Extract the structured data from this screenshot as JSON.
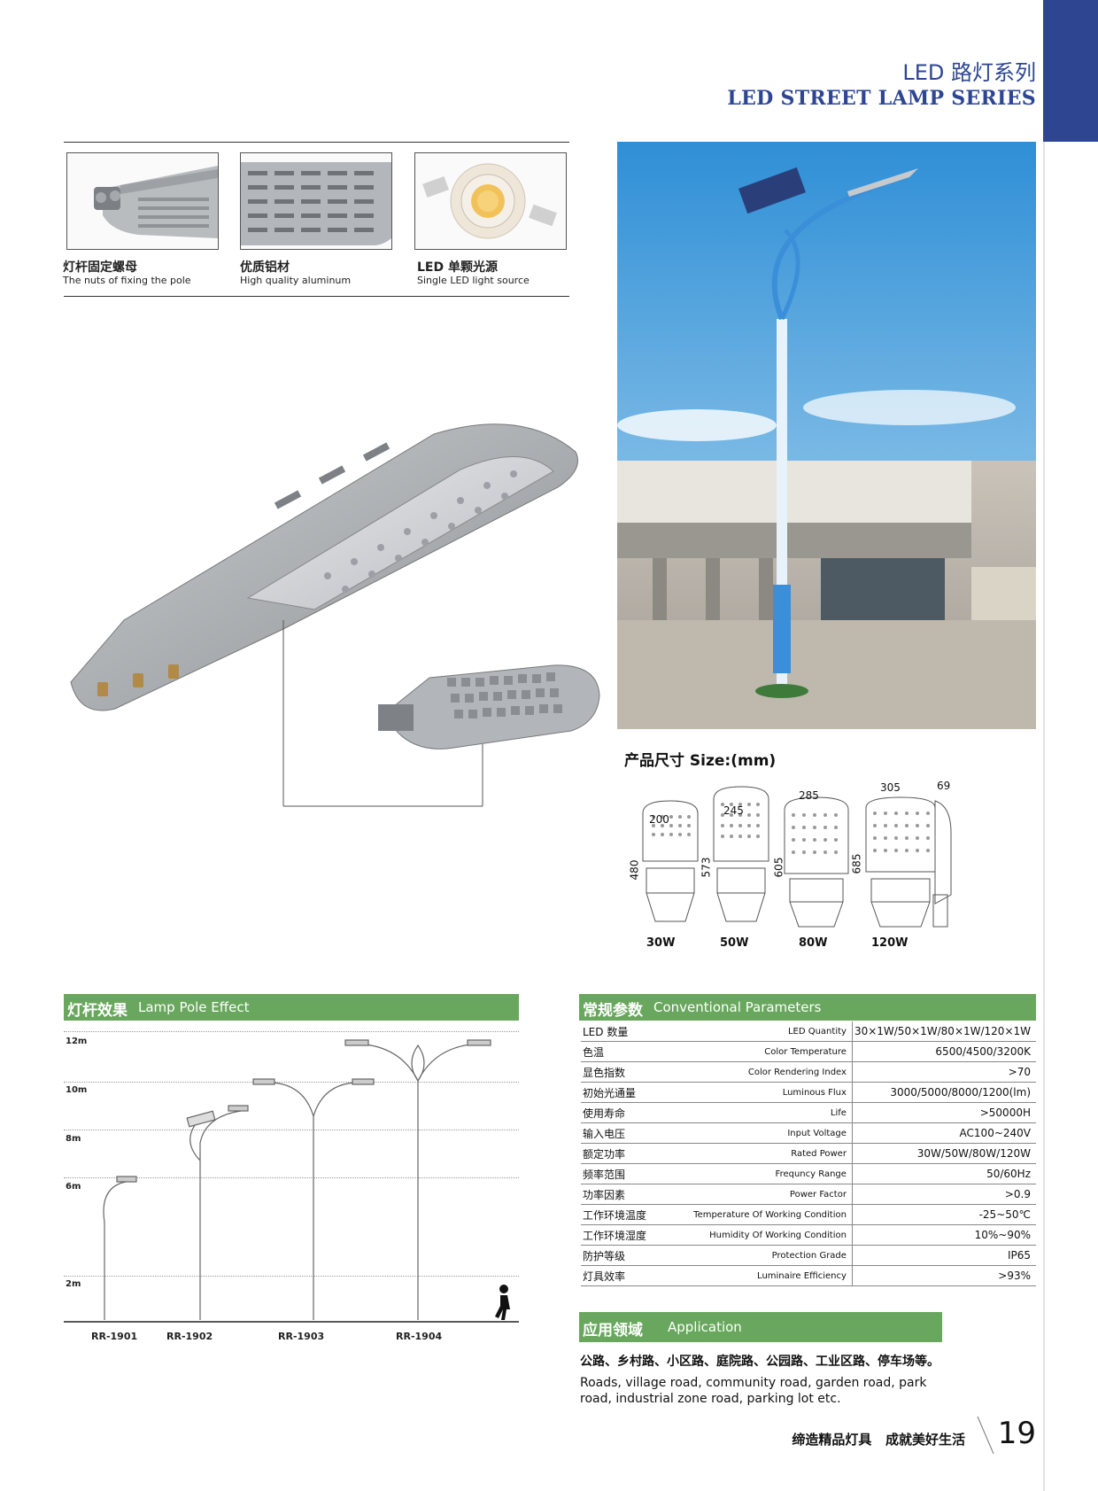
{
  "header": {
    "series_cn": "LED 路灯系列",
    "series_en": "LED STREET LAMP SERIES",
    "tab_color": "#2e4692"
  },
  "features": [
    {
      "cn": "灯杆固定螺母",
      "en": "The nuts of fixing the pole",
      "icon": "pole-nut-icon"
    },
    {
      "cn": "优质铝材",
      "en": "High quality aluminum",
      "icon": "aluminum-fin-icon"
    },
    {
      "cn": "LED 单颗光源",
      "en": "Single LED light source",
      "icon": "led-chip-icon"
    }
  ],
  "size": {
    "title": "产品尺寸 Size:(mm)",
    "models": [
      {
        "watt": "30W",
        "width": "200",
        "height": "480"
      },
      {
        "watt": "50W",
        "width": "245",
        "height": "573"
      },
      {
        "watt": "80W",
        "width": "285",
        "height": "605"
      },
      {
        "watt": "120W",
        "width": "305",
        "height": "685"
      }
    ],
    "depth": "69"
  },
  "lamp_pole": {
    "title_cn": "灯杆效果",
    "title_en": "Lamp Pole Effect",
    "heights": [
      "12m",
      "10m",
      "8m",
      "6m",
      "2m"
    ],
    "models": [
      "RR-1901",
      "RR-1902",
      "RR-1903",
      "RR-1904"
    ]
  },
  "params": {
    "title_cn": "常规参数",
    "title_en": "Conventional Parameters",
    "rows": [
      {
        "cn": "LED 数量",
        "en": "LED Quantity",
        "value": "30×1W/50×1W/80×1W/120×1W"
      },
      {
        "cn": "色温",
        "en": "Color Temperature",
        "value": "6500/4500/3200K"
      },
      {
        "cn": "显色指数",
        "en": "Color Rendering Index",
        "value": ">70"
      },
      {
        "cn": "初始光通量",
        "en": "Luminous Flux",
        "value": "3000/5000/8000/1200(lm)"
      },
      {
        "cn": "使用寿命",
        "en": "Life",
        "value": ">50000H"
      },
      {
        "cn": "输入电压",
        "en": "Input Voltage",
        "value": "AC100~240V"
      },
      {
        "cn": "额定功率",
        "en": "Rated Power",
        "value": "30W/50W/80W/120W"
      },
      {
        "cn": "频率范围",
        "en": "Frequncy Range",
        "value": "50/60Hz"
      },
      {
        "cn": "功率因素",
        "en": "Power Factor",
        "value": ">0.9"
      },
      {
        "cn": "工作环境温度",
        "en": "Temperature Of Working Condition",
        "value": "-25~50℃"
      },
      {
        "cn": "工作环境湿度",
        "en": "Humidity Of Working Condition",
        "value": "10%~90%"
      },
      {
        "cn": "防护等级",
        "en": "Protection Grade",
        "value": "IP65"
      },
      {
        "cn": "灯具效率",
        "en": "Luminaire Efficiency",
        "value": ">93%"
      }
    ]
  },
  "application": {
    "title_cn": "应用领域",
    "title_en": "Application",
    "text_cn": "公路、乡村路、小区路、庭院路、公园路、工业区路、停车场等。",
    "text_en": "Roads, village road, community road, garden road, park road, industrial zone road, parking lot etc."
  },
  "footer": {
    "slogan": "缔造精品灯具   成就美好生活",
    "page": "19"
  },
  "colors": {
    "section_green": "#68a75d",
    "brand_blue": "#2e4692"
  }
}
